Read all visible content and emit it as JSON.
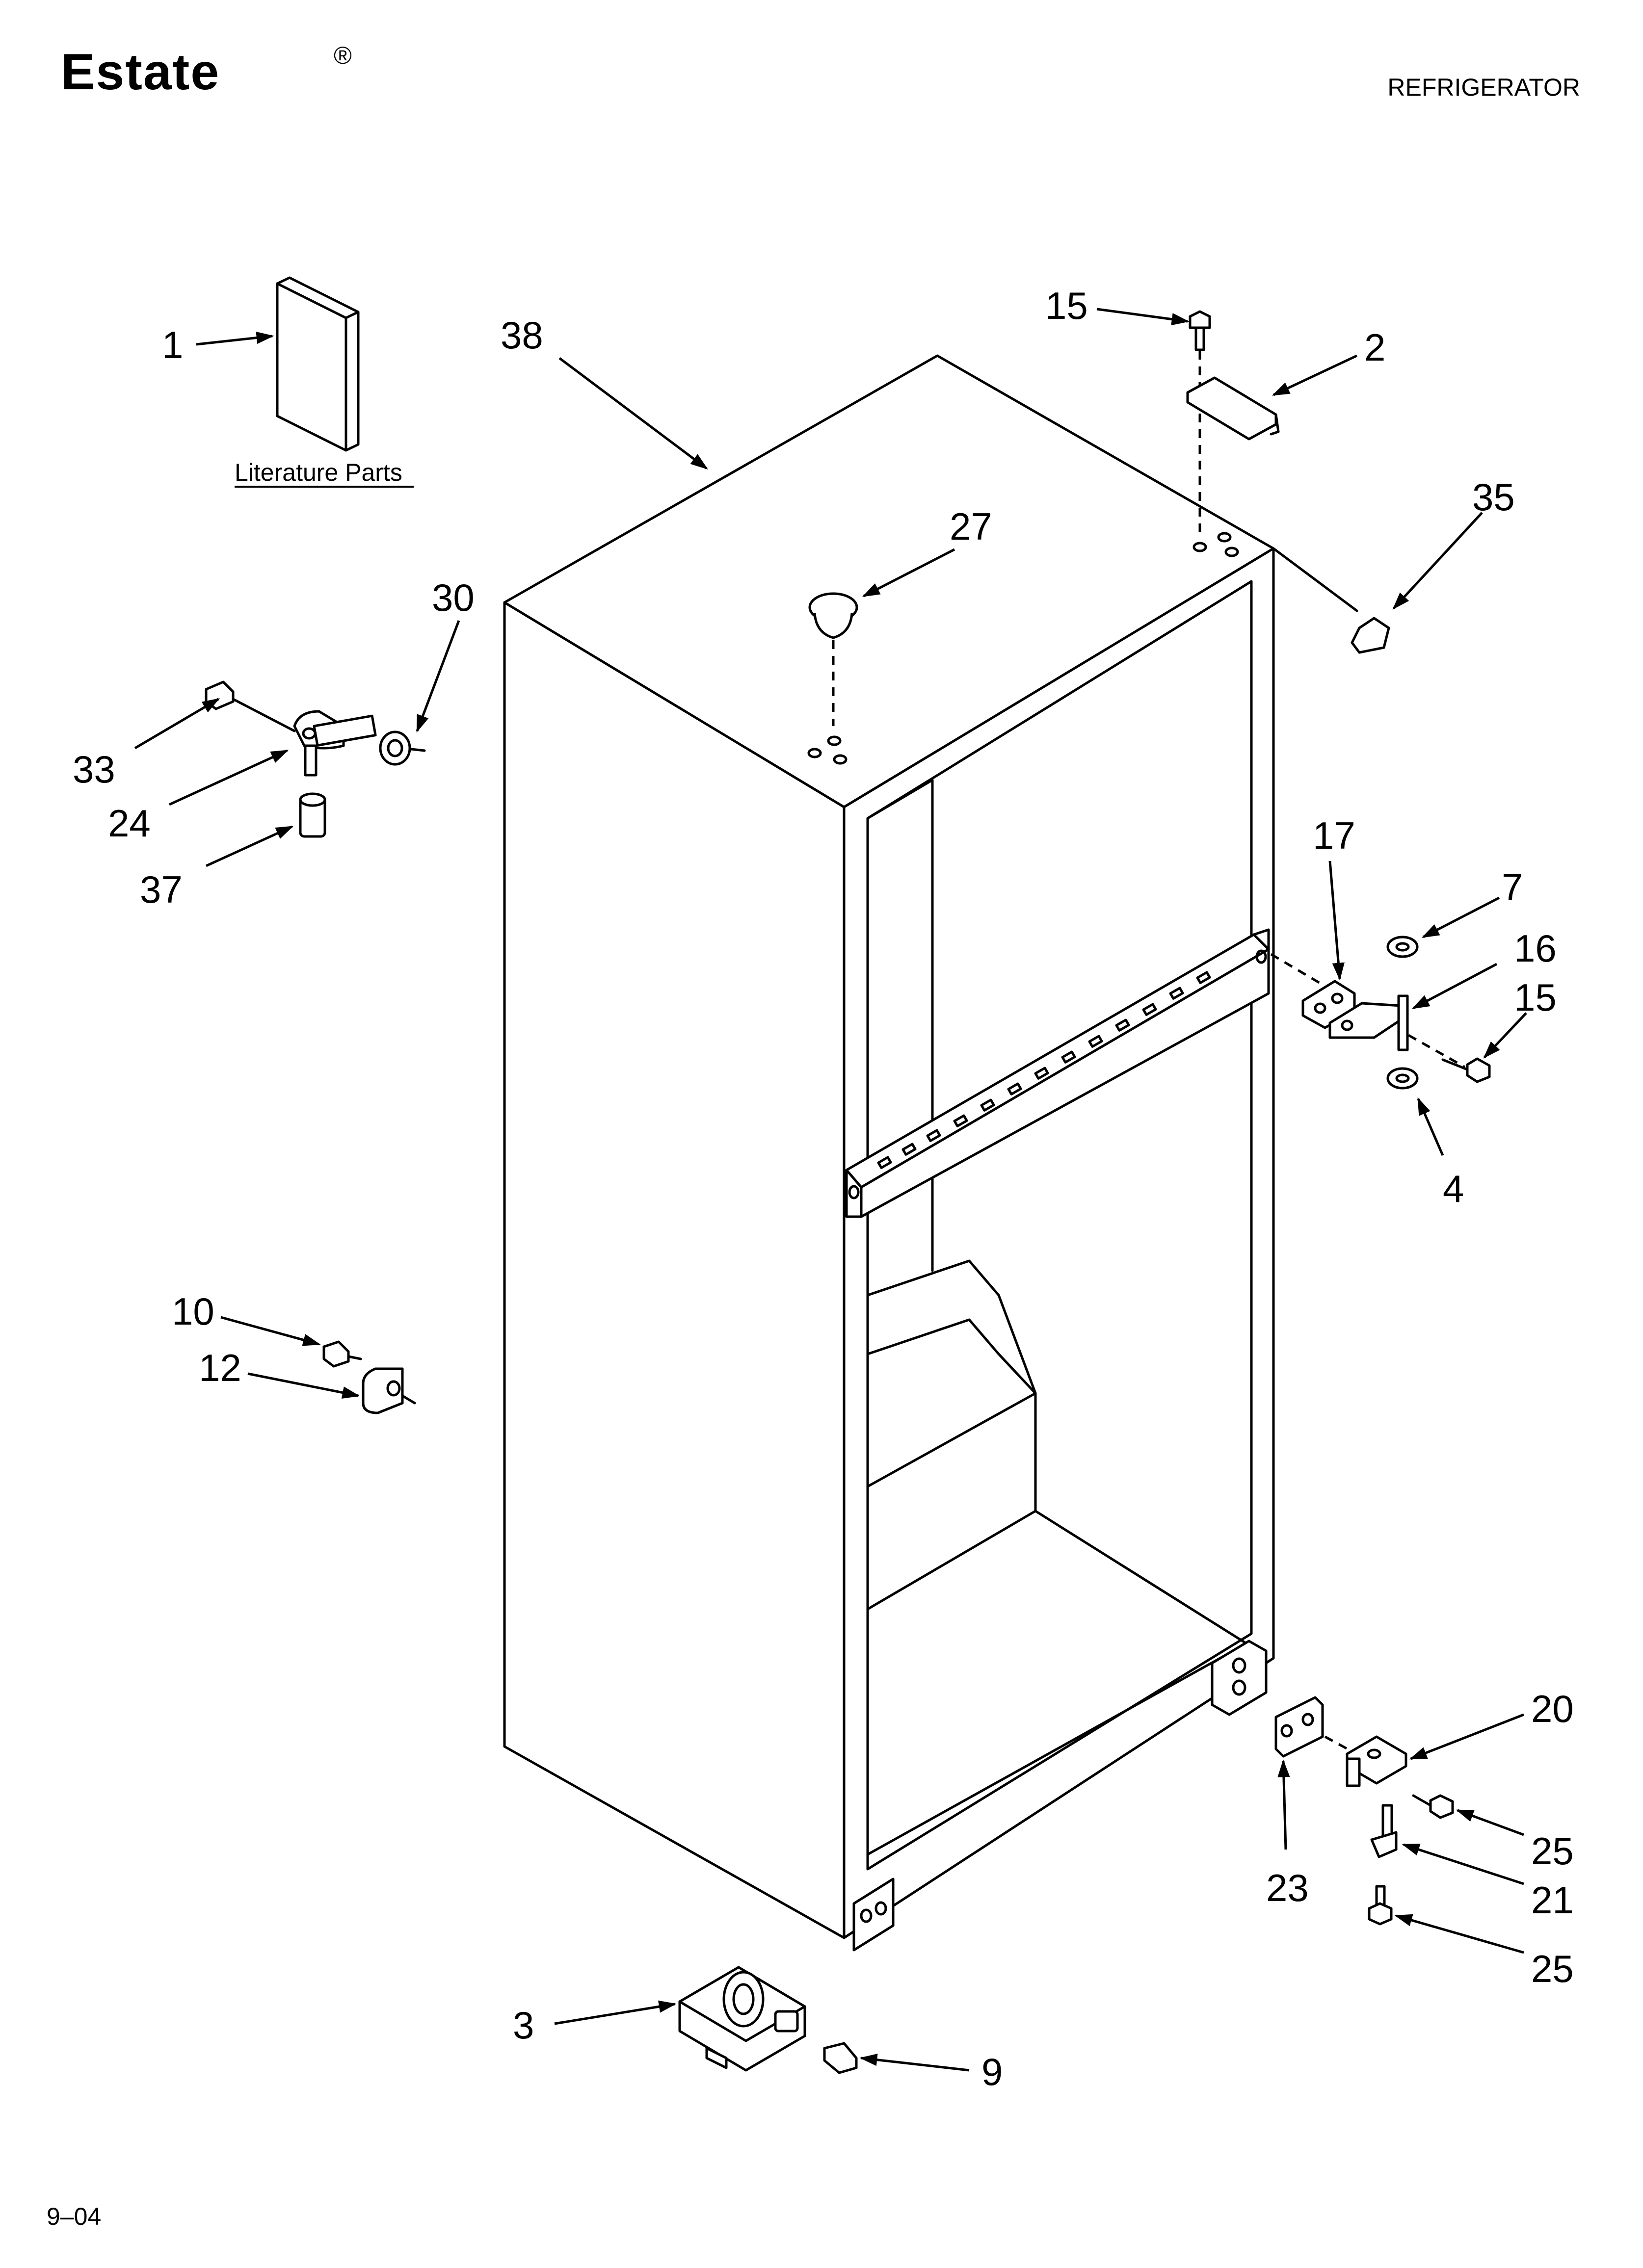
{
  "header": {
    "brand": "Estate",
    "registered_mark": "®",
    "category": "REFRIGERATOR"
  },
  "footer": {
    "date_code": "9–04"
  },
  "literature_label": "Literature Parts",
  "callouts": [
    {
      "id": "c1",
      "label": "1"
    },
    {
      "id": "c38",
      "label": "38"
    },
    {
      "id": "c15a",
      "label": "15"
    },
    {
      "id": "c2",
      "label": "2"
    },
    {
      "id": "c35",
      "label": "35"
    },
    {
      "id": "c27",
      "label": "27"
    },
    {
      "id": "c30",
      "label": "30"
    },
    {
      "id": "c33",
      "label": "33"
    },
    {
      "id": "c24",
      "label": "24"
    },
    {
      "id": "c37",
      "label": "37"
    },
    {
      "id": "c17",
      "label": "17"
    },
    {
      "id": "c7",
      "label": "7"
    },
    {
      "id": "c16",
      "label": "16"
    },
    {
      "id": "c15b",
      "label": "15"
    },
    {
      "id": "c4",
      "label": "4"
    },
    {
      "id": "c10",
      "label": "10"
    },
    {
      "id": "c12",
      "label": "12"
    },
    {
      "id": "c20",
      "label": "20"
    },
    {
      "id": "c25a",
      "label": "25"
    },
    {
      "id": "c23",
      "label": "23"
    },
    {
      "id": "c21",
      "label": "21"
    },
    {
      "id": "c25b",
      "label": "25"
    },
    {
      "id": "c3",
      "label": "3"
    },
    {
      "id": "c9",
      "label": "9"
    }
  ]
}
